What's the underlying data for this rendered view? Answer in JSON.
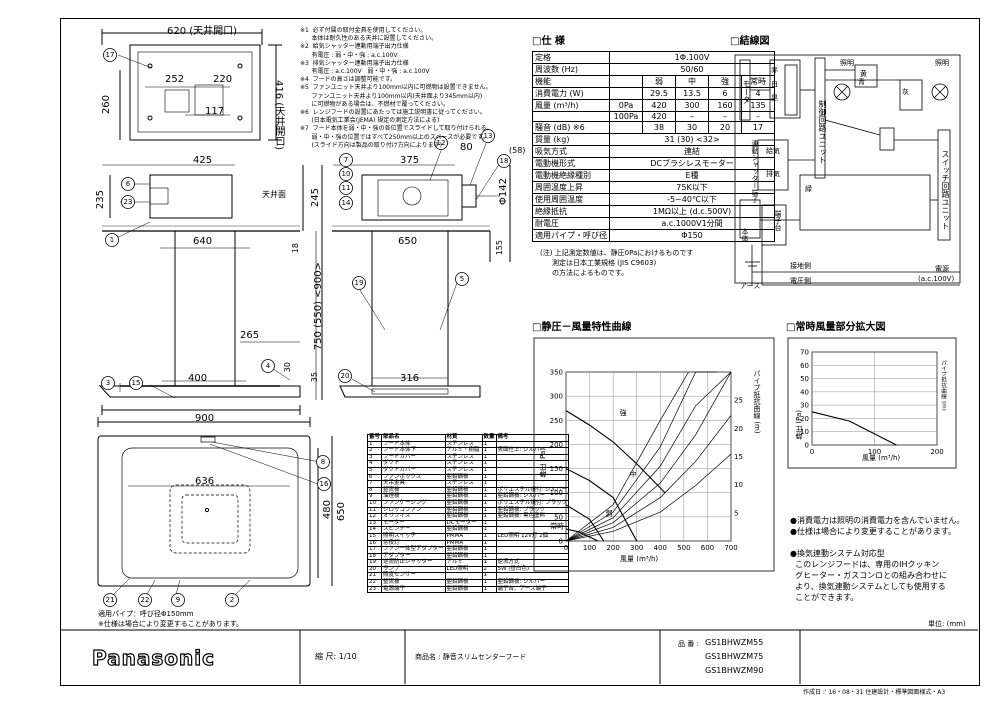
{
  "dims": {
    "opening_width": "620 (天井開口)",
    "opening_depth": "416 (天井開口)",
    "d260": "260",
    "d252": "252",
    "d220": "220",
    "d117": "117",
    "d425": "425",
    "d375": "375",
    "d80": "80",
    "d58": "(58)",
    "d142": "Φ142",
    "d235": "235",
    "d245": "245",
    "ceiling_label": "天井面",
    "d640": "640",
    "d650": "650",
    "d18": "18",
    "d155": "155",
    "height_range": "750 (550) <900>",
    "d265": "265",
    "d35": "35",
    "d30": "30",
    "d400": "400",
    "d316": "316",
    "d900": "900",
    "d636": "636",
    "d480": "480",
    "d650b": "650"
  },
  "callouts": [
    "17",
    "6",
    "23",
    "7",
    "10",
    "11",
    "14",
    "12",
    "13",
    "18",
    "19",
    "5",
    "4",
    "3",
    "15",
    "1",
    "8",
    "16",
    "21",
    "22",
    "9",
    "2",
    "20"
  ],
  "notes": [
    "※1  必ず付属の取付金具を使用してください。",
    "      本体は耐久性のある天井に設置してください。",
    "※2  給気シャッター連動用端子出力仕様",
    "      有電圧 : 弱・中・強 : a.c.100V",
    "※3  排気シャッター連動用端子出力仕様",
    "      有電圧 : a.c.100V   弱・中・強 : a.c.100V",
    "※4  フードの高さは調整可能です。",
    "※5  ファンユニット天井より100mm以内に可燃物は設置できません。",
    "      ファンユニット天井より100mm以内(天井面より345mm以内)",
    "      に可燃物がある場合は、不燃材で覆ってください。",
    "※6  レンジフードの設置にあたっては施工説明書に従ってください。",
    "      (日本電気工業会(JEMA) 規定の測定方法による)",
    "※7  フード本体を弱・中・強の各位置でスライドして取り付けられる。",
    "      弱・中・強の位置ではすべて250mm以上のスペースが必要です。",
    "      (スライド方向は製品の取り付け方向によります)"
  ],
  "spec": {
    "heading": "仕  様",
    "rows": [
      [
        "定格",
        "1Φ.100V"
      ],
      [
        "周波数 (Hz)",
        "50/60"
      ],
      [
        "機能",
        "弱",
        "中",
        "強",
        "常時"
      ],
      [
        "消費電力 (W)",
        "29.5",
        "13.5",
        "6",
        "4"
      ],
      [
        "風量 (m³/h)",
        "0Pa",
        "420",
        "300",
        "160",
        "135"
      ],
      [
        "",
        "100Pa",
        "420",
        "–",
        "–",
        "–"
      ],
      [
        "騒音 (dB) ※6",
        "38",
        "30",
        "20",
        "17"
      ],
      [
        "質量 (kg)",
        "31 (30) <32>"
      ],
      [
        "吸気方式",
        "連結"
      ],
      [
        "電動機形式",
        "DCブラシレスモーター"
      ],
      [
        "電動機絶縁種別",
        "E種"
      ],
      [
        "周囲温度上昇",
        "75K以下"
      ],
      [
        "使用周囲温度",
        "-5~40℃以下"
      ],
      [
        "絶縁抵抗",
        "1MΩ以上 (d.c.500V)"
      ],
      [
        "耐電圧",
        "a.c.1000V1分間"
      ],
      [
        "適用パイプ・呼び径",
        "Φ150"
      ]
    ],
    "note1": "(注) 上記測定数値は、静圧0Paにおけるものです",
    "note2": "測定は日本工業規格 (JIS C9603)",
    "note3": "の方法によるものです。"
  },
  "wiring": {
    "heading": "結線図",
    "labels": {
      "motor": "モータ",
      "light1": "照明",
      "light2": "照明",
      "control": "制御回路ユニット",
      "switch": "スイッチ回路ユニット",
      "terminal": "端子台",
      "main": "本体",
      "earth_side": "接地側",
      "voltage_side": "電圧側",
      "earth": "アース",
      "power": "電源",
      "power_spec": "(a.c.100V)",
      "shutter": "連動シャッター端子",
      "red": "赤",
      "white": "白",
      "black": "黒",
      "yellow": "黄",
      "blue": "青",
      "gray": "灰",
      "green": "緑",
      "feed": "給気",
      "exhaust": "排気"
    }
  },
  "chart_main": {
    "heading": "静圧－風量特性曲線",
    "ylabel": "静圧 (Pa)",
    "xlabel": "風量 (m³/h)",
    "y2label": "パイプ抵抗曲線 (m)",
    "series_labels": [
      "強",
      "中",
      "弱",
      "常時"
    ]
  },
  "chart_zoom": {
    "heading": "常時風量部分拡大図",
    "ylabel": "静圧 (Pa)",
    "xlabel": "風量 (m³/h)",
    "y2label": "パイプ抵抗曲線 (m)"
  },
  "chart_data": [
    {
      "type": "line",
      "title": "静圧－風量特性曲線",
      "xlabel": "風量 (m³/h)",
      "ylabel": "静圧 (Pa)",
      "xlim": [
        0,
        700
      ],
      "ylim": [
        0,
        350
      ],
      "xticks": [
        0,
        100,
        200,
        300,
        400,
        500,
        600,
        700
      ],
      "yticks": [
        0,
        50,
        100,
        150,
        200,
        250,
        300,
        350
      ],
      "y2ticks": [
        5,
        10,
        15,
        20,
        25
      ],
      "grid": true,
      "series": [
        {
          "name": "強",
          "x": [
            0,
            100,
            200,
            300,
            420
          ],
          "y": [
            270,
            240,
            205,
            160,
            100
          ]
        },
        {
          "name": "中",
          "x": [
            0,
            100,
            200,
            300
          ],
          "y": [
            150,
            125,
            90,
            0
          ]
        },
        {
          "name": "弱",
          "x": [
            0,
            100,
            160
          ],
          "y": [
            75,
            45,
            0
          ]
        },
        {
          "name": "常時",
          "x": [
            0,
            60,
            135
          ],
          "y": [
            25,
            18,
            0
          ]
        }
      ],
      "pipe_curves": [
        {
          "x": [
            0,
            200,
            400,
            550,
            700
          ],
          "y": [
            0,
            20,
            60,
            115,
            180
          ]
        },
        {
          "x": [
            0,
            200,
            400,
            550,
            700
          ],
          "y": [
            0,
            28,
            90,
            165,
            260
          ]
        },
        {
          "x": [
            0,
            200,
            400,
            550,
            700
          ],
          "y": [
            0,
            38,
            120,
            220,
            350
          ]
        },
        {
          "x": [
            0,
            200,
            400,
            550,
            700
          ],
          "y": [
            0,
            48,
            155,
            280,
            350
          ]
        },
        {
          "x": [
            0,
            200,
            400,
            550,
            640
          ],
          "y": [
            0,
            60,
            195,
            350,
            350
          ]
        },
        {
          "x": [
            0,
            200,
            400,
            520
          ],
          "y": [
            0,
            75,
            250,
            350
          ]
        }
      ]
    },
    {
      "type": "line",
      "title": "常時風量部分拡大図",
      "xlabel": "風量 (m³/h)",
      "ylabel": "静圧 (Pa)",
      "xlim": [
        0,
        200
      ],
      "ylim": [
        0,
        70
      ],
      "xticks": [
        0,
        100,
        200
      ],
      "yticks": [
        0,
        10,
        20,
        30,
        40,
        50,
        60,
        70
      ],
      "grid": true,
      "series": [
        {
          "name": "常時",
          "x": [
            0,
            60,
            135
          ],
          "y": [
            25,
            18,
            0
          ]
        }
      ]
    }
  ],
  "parts": {
    "headers": [
      "番号",
      "部品名",
      "材質",
      "数量",
      "備考"
    ],
    "rows": [
      [
        "1",
        "フード本体",
        "ステンレス",
        "1",
        ""
      ],
      [
        "2",
        "フード本体下",
        "アルミ・樹脂",
        "1",
        "表面仕上: シルバー"
      ],
      [
        "3",
        "フードカバー",
        "ステンレス",
        "1",
        ""
      ],
      [
        "4",
        "ダクト",
        "ステンレス",
        "1",
        ""
      ],
      [
        "5",
        "ダクトカバー",
        "ステンレス",
        "1",
        ""
      ],
      [
        "6",
        "ファンボックス",
        "亜鉛鋼板",
        "1",
        ""
      ],
      [
        "7",
        "天吊金具",
        "ステンレス",
        "1",
        ""
      ],
      [
        "8",
        "整流板",
        "亜鉛鋼板",
        "1",
        "ポリエステル焼付: シルバー"
      ],
      [
        "9",
        "油煙板",
        "亜鉛鋼板",
        "1",
        "亜鉛鋼板: シルバー"
      ],
      [
        "10",
        "ファンケーシング",
        "亜鉛鋼板",
        "1",
        "ポリエステル焼付: ブラック"
      ],
      [
        "11",
        "シロッコファン",
        "亜鉛鋼板",
        "1",
        "亜鉛鋼板: ブラック"
      ],
      [
        "12",
        "オリフィス",
        "亜鉛鋼板",
        "1",
        "亜鉛鋼板: 黒色塗料"
      ],
      [
        "13",
        "モーター",
        "DCモーター",
        "1",
        ""
      ],
      [
        "14",
        "スピンナー",
        "亜鉛鋼板",
        "1",
        ""
      ],
      [
        "15",
        "照明スイッチ",
        "PMMA",
        "1",
        "LED照明 12V灯 2個"
      ],
      [
        "16",
        "常夜灯",
        "PMMA",
        "1",
        ""
      ],
      [
        "17",
        "ファン一体型アダプター",
        "亜鉛鋼板",
        "1",
        ""
      ],
      [
        "18",
        "アダプター",
        "亜鉛鋼板",
        "1",
        ""
      ],
      [
        "19",
        "逆流防止シャッター",
        "アルミ",
        "1",
        "逆流方式"
      ],
      [
        "20",
        "ランプ",
        "LED照明",
        "2",
        "5W (昼白色)"
      ],
      [
        "21",
        "照度センサー",
        "",
        "1",
        ""
      ],
      [
        "22",
        "整流板",
        "亜鉛鋼板",
        "1",
        "亜鉛鋼板: シルバー"
      ],
      [
        "23",
        "電源端子",
        "亜鉛鋼板",
        "1",
        "端子台、アース端子"
      ]
    ]
  },
  "bottom_notes": {
    "pipe": "適用パイプ：呼び径Φ150mm",
    "change": "※仕様は場合により変更することがあります。"
  },
  "right_notes": [
    "●消費電力は照明の消費電力を含んでいません。",
    "●仕様は場合により変更することがあります。",
    "",
    "●換気連動システム対応型",
    "  このレンジフードは、専用のIHクッキン",
    "  グヒーター・ガスコンロとの組み合わせに",
    "  より、換気連動システムとしても使用する",
    "  ことができます。"
  ],
  "unit": "単位: (mm)",
  "title_block": {
    "brand": "Panasonic",
    "scale": "縮  尺:  1/10",
    "product": "商品名 : 静音スリムセンターフード",
    "model_label": "品  番 :",
    "models": [
      "GS1BHWZM55",
      "GS1BHWZM75",
      "GS1BHWZM90"
    ],
    "footer": "作成日 :' 16・08・31     住建設計・標準図面様式・A3"
  }
}
